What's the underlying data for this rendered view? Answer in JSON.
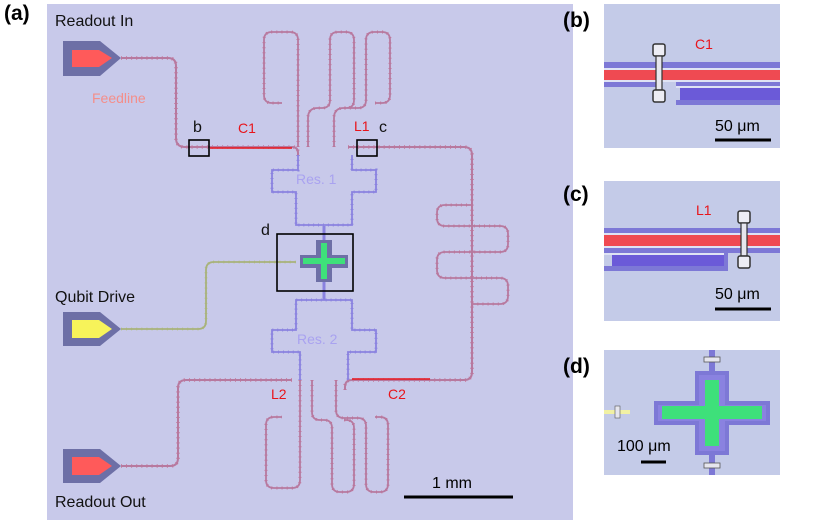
{
  "panels": {
    "a": {
      "label": "(a)",
      "readout_in": "Readout In",
      "readout_out": "Readout Out",
      "qubit_drive": "Qubit Drive",
      "feedline": "Feedline",
      "box_b": "b",
      "box_c": "c",
      "box_d": "d",
      "c1": "C1",
      "l1": "L1",
      "c2": "C2",
      "l2": "L2",
      "res1": "Res. 1",
      "res2": "Res. 2",
      "scale": "1 mm"
    },
    "b": {
      "label": "(b)",
      "tag": "C1",
      "scale": "50 μm"
    },
    "c": {
      "label": "(c)",
      "tag": "L1",
      "scale": "50 μm"
    },
    "d": {
      "label": "(d)",
      "scale": "100 μm"
    }
  },
  "colors": {
    "substrate": "#c8c9ea",
    "inset_substrate": "#c4cbe8",
    "pad": "#6d6fa6",
    "readout_line": "#c96c8f",
    "resonator": "#8a82e0",
    "qubit": "#3ee07a",
    "qubit_drive_line": "#b9c690",
    "red_text": "#e8141b"
  }
}
